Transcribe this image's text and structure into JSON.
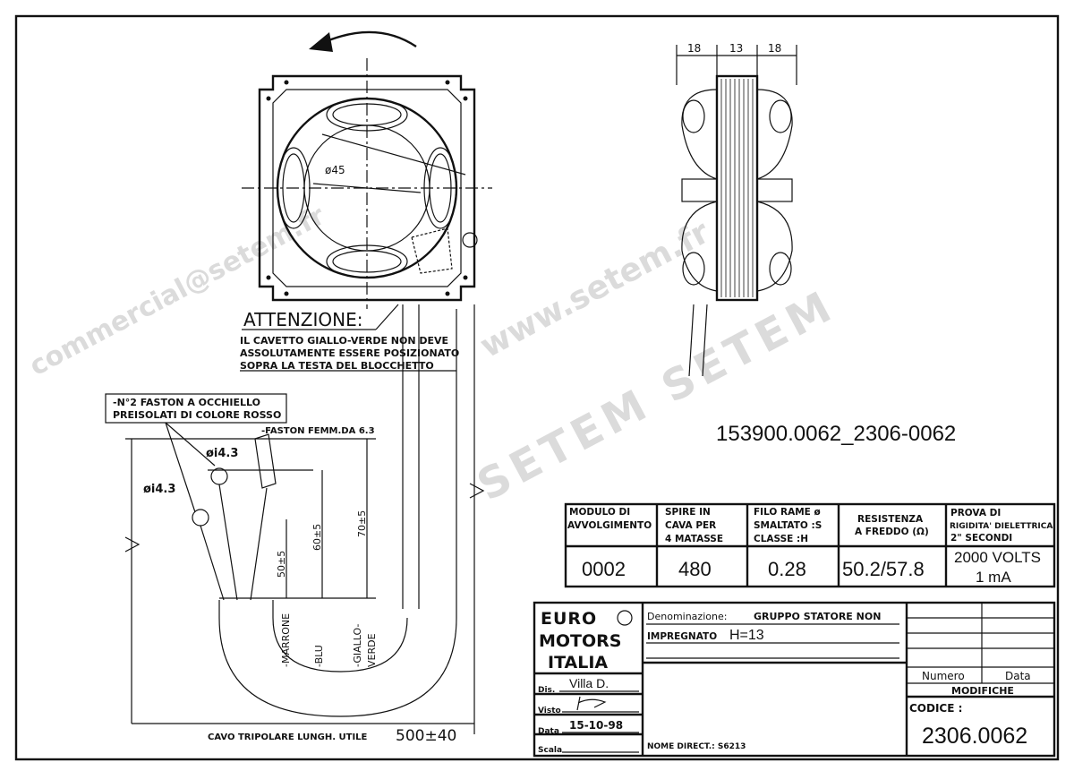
{
  "drawing": {
    "front_view": {
      "diameter_label": "ø45"
    },
    "side_view": {
      "dimensions": [
        "18",
        "13",
        "18"
      ]
    },
    "code_label": "153900.0062_2306-0062",
    "warning": {
      "title": "ATTENZIONE:",
      "lines": [
        "IL CAVETTO GIALLO-VERDE NON DEVE",
        "ASSOLUTAMENTE ESSERE POSIZIONATO",
        "SOPRA LA TESTA DEL BLOCCHETTO"
      ]
    },
    "faston_note": [
      "-N°2 FASTON A OCCHIELLO",
      "PREISOLATI DI COLORE ROSSO"
    ],
    "faston_femm": "-FASTON FEMM.DA 6.3",
    "ring_diameter_1": "øi4.3",
    "ring_diameter_2": "øi4.3",
    "lengths": [
      "50±5",
      "60±5",
      "70±5"
    ],
    "wires": [
      "-MARRONE",
      "-BLU",
      "-GIALLO-",
      "VERDE"
    ],
    "cable_label": "CAVO TRIPOLARE LUNGH. UTILE",
    "cable_length": "500±40"
  },
  "spec_table": {
    "headers": [
      [
        "MODULO DI",
        "AVVOLGIMENTO"
      ],
      [
        "SPIRE IN",
        "CAVA PER",
        "4 MATASSE"
      ],
      [
        "FILO RAME ø",
        "SMALTATO :S",
        "CLASSE    :H"
      ],
      [
        "RESISTENZA",
        "A FREDDO (Ω)"
      ],
      [
        "PROVA DI",
        "RIGIDITA' DIELETTRICA",
        "2\" SECONDI"
      ]
    ],
    "values": [
      "0002",
      "480",
      "0.28",
      "50.2/57.8",
      "2000 VOLTS",
      "1 mA"
    ]
  },
  "title_block": {
    "logo": [
      "EURO",
      "MOTORS",
      "ITALIA"
    ],
    "dis_label": "Dis.",
    "dis_value": "Villa D.",
    "visto_label": "Visto",
    "data_label": "Data",
    "data_value": "15-10-98",
    "scala_label": "Scala",
    "denominazione_label": "Denominazione:",
    "denominazione_value": "GRUPPO STATORE NON",
    "impregnato": "IMPREGNATO",
    "height": "H=13",
    "nome_direct": "NOME DIRECT.: S6213",
    "numero": "Numero",
    "data_col": "Data",
    "modifiche": "MODIFICHE",
    "codice_label": "CODICE :",
    "codice_value": "2306.0062"
  },
  "watermarks": [
    "www.setem.fr",
    "SETEM SETEM",
    "commercial@setem.fr"
  ]
}
